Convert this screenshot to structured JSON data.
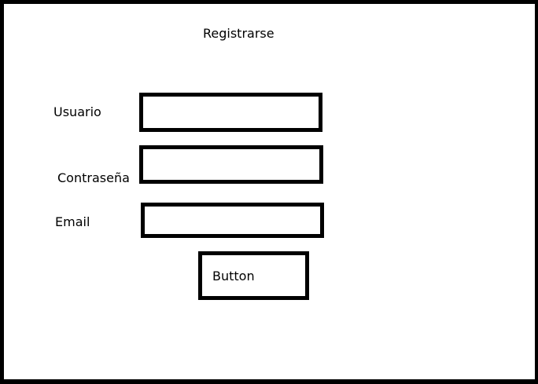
{
  "form": {
    "title": "Registrarse",
    "fields": [
      {
        "label": "Usuario",
        "value": "",
        "placeholder": ""
      },
      {
        "label": "Contraseña",
        "value": "",
        "placeholder": ""
      },
      {
        "label": "Email",
        "value": "",
        "placeholder": ""
      }
    ],
    "submit_label": "Button"
  },
  "colors": {
    "background": "#ffffff",
    "stroke": "#000000",
    "text": "#000000"
  }
}
